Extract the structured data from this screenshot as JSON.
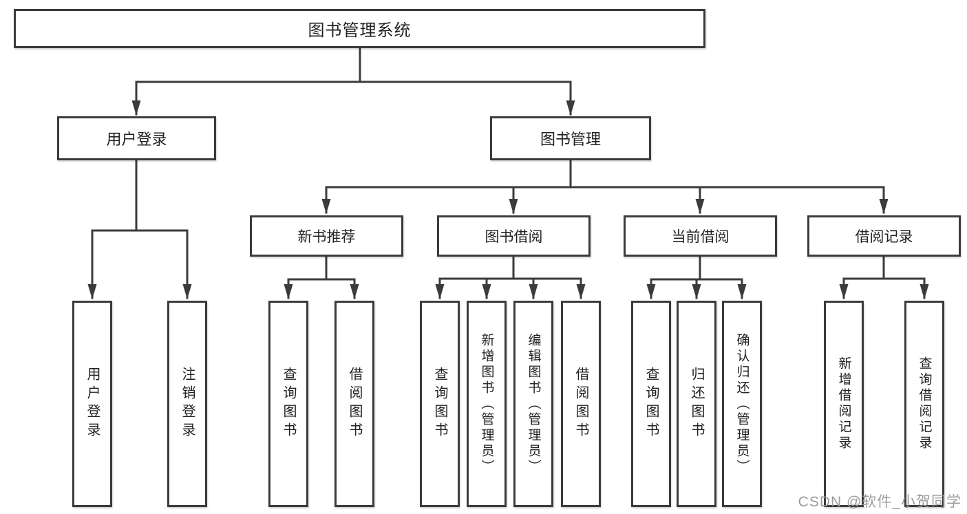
{
  "tree": {
    "label": "图书管理系统",
    "children": [
      {
        "label": "用户登录",
        "children": [
          {
            "label": "用户登录"
          },
          {
            "label": "注销登录"
          }
        ]
      },
      {
        "label": "图书管理",
        "children": [
          {
            "label": "新书推荐",
            "children": [
              {
                "label": "查询图书"
              },
              {
                "label": "借阅图书"
              }
            ]
          },
          {
            "label": "图书借阅",
            "children": [
              {
                "label": "查询图书"
              },
              {
                "label": "新增图书（管理员）"
              },
              {
                "label": "编辑图书（管理员）"
              },
              {
                "label": "借阅图书"
              }
            ]
          },
          {
            "label": "当前借阅",
            "children": [
              {
                "label": "查询图书"
              },
              {
                "label": "归还图书"
              },
              {
                "label": "确认归还（管理员）"
              }
            ]
          },
          {
            "label": "借阅记录",
            "children": [
              {
                "label": "新增借阅记录"
              },
              {
                "label": "查询借阅记录"
              }
            ]
          }
        ]
      }
    ]
  },
  "watermark": {
    "text": "CSDN @软件_小贺同学"
  },
  "colors": {
    "line": "#3b3b3b",
    "box_border": "#3b3b3b",
    "text": "#212121",
    "watermark": "#9b9b9b",
    "background": "#ffffff"
  }
}
